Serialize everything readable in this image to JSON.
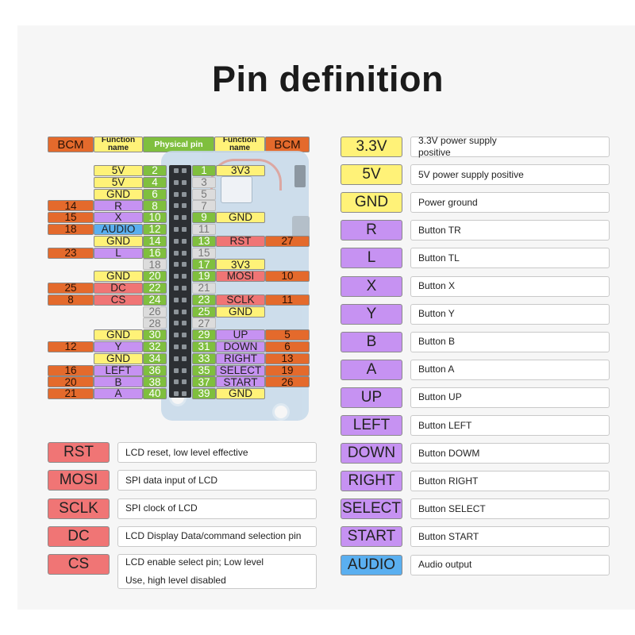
{
  "title": "Pin definition",
  "headers": {
    "bcm_left": "BCM",
    "func_left": "Function name",
    "physical": "Physical pin",
    "func_right": "Function name",
    "bcm_right": "BCM"
  },
  "pins": [
    {
      "lb": "",
      "lf": "5V",
      "lp": "2",
      "rp": "1",
      "rf": "3V3",
      "rb": ""
    },
    {
      "lb": "",
      "lf": "5V",
      "lp": "4",
      "rp": "3",
      "rf": "",
      "rb": ""
    },
    {
      "lb": "",
      "lf": "GND",
      "lp": "6",
      "rp": "5",
      "rf": "",
      "rb": ""
    },
    {
      "lb": "14",
      "lf": "R",
      "lp": "8",
      "rp": "7",
      "rf": "",
      "rb": ""
    },
    {
      "lb": "15",
      "lf": "X",
      "lp": "10",
      "rp": "9",
      "rf": "GND",
      "rb": ""
    },
    {
      "lb": "18",
      "lf": "AUDIO",
      "lp": "12",
      "rp": "11",
      "rf": "",
      "rb": ""
    },
    {
      "lb": "",
      "lf": "GND",
      "lp": "14",
      "rp": "13",
      "rf": "RST",
      "rb": "27"
    },
    {
      "lb": "23",
      "lf": "L",
      "lp": "16",
      "rp": "15",
      "rf": "",
      "rb": ""
    },
    {
      "lb": "",
      "lf": "",
      "lp": "18",
      "rp": "17",
      "rf": "3V3",
      "rb": ""
    },
    {
      "lb": "",
      "lf": "GND",
      "lp": "20",
      "rp": "19",
      "rf": "MOSI",
      "rb": "10"
    },
    {
      "lb": "25",
      "lf": "DC",
      "lp": "22",
      "rp": "21",
      "rf": "",
      "rb": ""
    },
    {
      "lb": "8",
      "lf": "CS",
      "lp": "24",
      "rp": "23",
      "rf": "SCLK",
      "rb": "11"
    },
    {
      "lb": "",
      "lf": "",
      "lp": "26",
      "rp": "25",
      "rf": "GND",
      "rb": ""
    },
    {
      "lb": "",
      "lf": "",
      "lp": "28",
      "rp": "27",
      "rf": "",
      "rb": ""
    },
    {
      "lb": "",
      "lf": "GND",
      "lp": "30",
      "rp": "29",
      "rf": "UP",
      "rb": "5"
    },
    {
      "lb": "12",
      "lf": "Y",
      "lp": "32",
      "rp": "31",
      "rf": "DOWN",
      "rb": "6"
    },
    {
      "lb": "",
      "lf": "GND",
      "lp": "34",
      "rp": "33",
      "rf": "RIGHT",
      "rb": "13"
    },
    {
      "lb": "16",
      "lf": "LEFT",
      "lp": "36",
      "rp": "35",
      "rf": "SELECT",
      "rb": "19"
    },
    {
      "lb": "20",
      "lf": "B",
      "lp": "38",
      "rp": "37",
      "rf": "START",
      "rb": "26"
    },
    {
      "lb": "21",
      "lf": "A",
      "lp": "40",
      "rp": "39",
      "rf": "GND",
      "rb": ""
    }
  ],
  "legend_left": [
    {
      "label": "RST",
      "desc": "LCD reset, low level effective"
    },
    {
      "label": "MOSI",
      "desc": "SPI data input of LCD"
    },
    {
      "label": "SCLK",
      "desc": "SPI clock of LCD"
    },
    {
      "label": "DC",
      "desc": "LCD Display Data/command selection pin"
    },
    {
      "label": "CS",
      "desc": "LCD enable select pin; Low level",
      "desc2": "Use, high level disabled"
    }
  ],
  "legend_right": [
    {
      "label": "3.3V",
      "desc": "3.3V power supply",
      "desc2": "positive"
    },
    {
      "label": "5V",
      "desc": "5V power supply positive"
    },
    {
      "label": "GND",
      "desc": "Power ground"
    },
    {
      "label": "R",
      "desc": "Button TR"
    },
    {
      "label": "L",
      "desc": "Button TL"
    },
    {
      "label": "X",
      "desc": "Button X"
    },
    {
      "label": "Y",
      "desc": "Button Y"
    },
    {
      "label": "B",
      "desc": "Button B"
    },
    {
      "label": "A",
      "desc": "Button A"
    },
    {
      "label": "UP",
      "desc": "Button UP"
    },
    {
      "label": "LEFT",
      "desc": "Button LEFT"
    },
    {
      "label": "DOWN",
      "desc": "Button DOWM"
    },
    {
      "label": "RIGHT",
      "desc": "Button RIGHT"
    },
    {
      "label": "SELECT",
      "desc": "Button SELECT"
    },
    {
      "label": "START",
      "desc": "Button START"
    },
    {
      "label": "AUDIO",
      "desc": "Audio output"
    }
  ],
  "colors": {
    "bcm": "#e46a2c",
    "power": "#fff278",
    "physical": "#7fbf3e",
    "button": "#c692f2",
    "lcd": "#f07575",
    "audio": "#5aaff0",
    "unused": "#dcdcdc"
  }
}
